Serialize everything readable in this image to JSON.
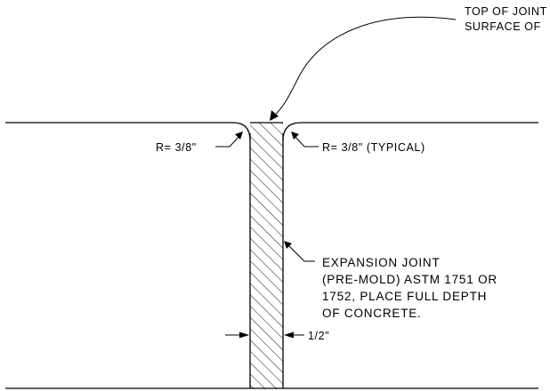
{
  "callouts": {
    "top_line1": "TOP OF JOINT",
    "top_line2": "SURFACE OF",
    "radius_left": "R= 3/8\"",
    "radius_right": "R= 3/8\" (TYPICAL)",
    "expansion_line1": "EXPANSION JOINT",
    "expansion_line2": "(PRE-MOLD) ASTM 1751 OR",
    "expansion_line3": "1752, PLACE FULL DEPTH",
    "expansion_line4": "OF CONCRETE.",
    "joint_width": "1/2\""
  },
  "colors": {
    "ink": "#000000",
    "background": "#ffffff"
  }
}
